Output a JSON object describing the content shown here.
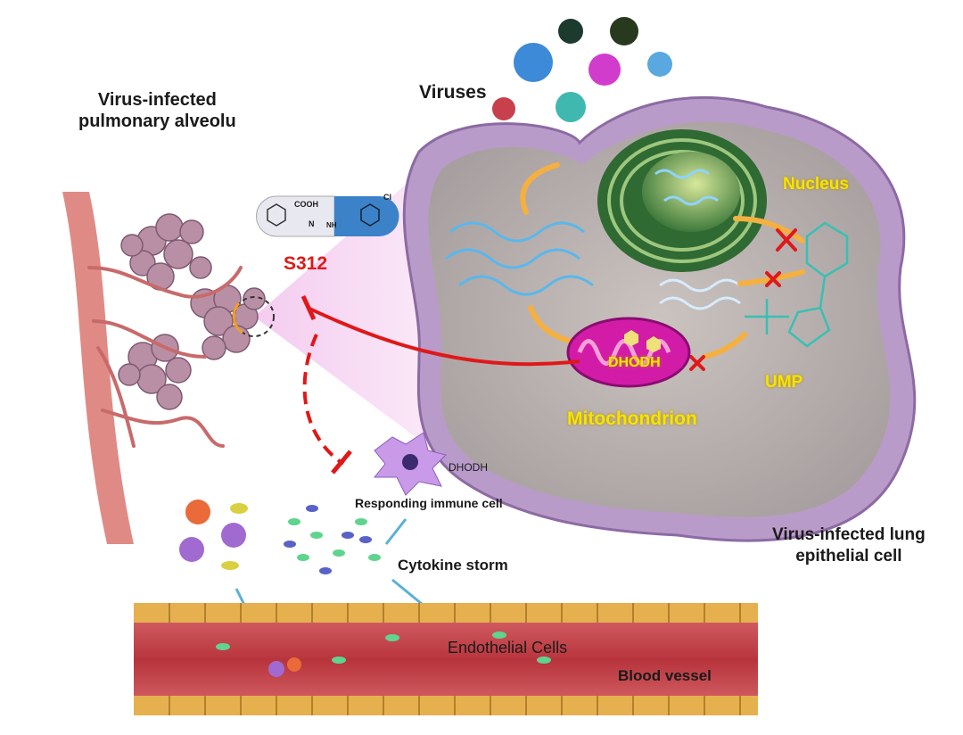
{
  "labels": {
    "alveolus_title_line1": "Virus-infected",
    "alveolus_title_line2": "pulmonary alveolu",
    "viruses": "Viruses",
    "nucleus": "Nucleus",
    "drug_name": "S312",
    "drug_group_cooh": "COOH",
    "drug_atom_cl": "Cl",
    "drug_atom_n": "N",
    "drug_atom_nh": "NH",
    "dhodh_mito": "DHODH",
    "ump": "UMP",
    "mitochondrion": "Mitochondrion",
    "dhodh_immune": "DHODH",
    "immune_cell": "Responding immune cell",
    "cytokine_storm": "Cytokine storm",
    "epithelial_line1": "Virus-infected lung",
    "epithelial_line2": "epithelial cell",
    "endothelial": "Endothelial Cells",
    "blood_vessel": "Blood vessel"
  },
  "colors": {
    "inhibition": "#e01818",
    "highlight_text": "#f5e400",
    "membrane": "#b99bc9",
    "cytoplasm": "#b9b0ae",
    "nucleus": "#6f9a55",
    "mitochondrion": "#d21ca8",
    "vessel": "#c8474e",
    "capsule_left": "#e8e8f0",
    "capsule_right": "#3b82c8"
  }
}
